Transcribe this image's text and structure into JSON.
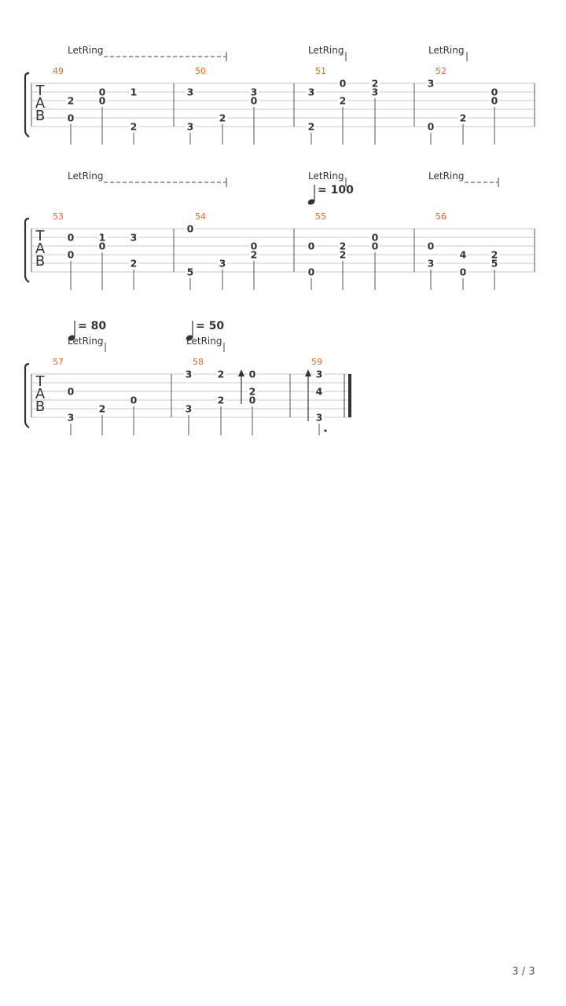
{
  "page": {
    "number_label": "3 / 3"
  },
  "tab_clef": [
    "T",
    "A",
    "B"
  ],
  "systems": [
    {
      "bars": [
        {
          "number": "49",
          "notes": [
            {
              "beat": 0,
              "string": 3,
              "fret": "2"
            },
            {
              "beat": 0,
              "string": 5,
              "fret": "0"
            },
            {
              "beat": 1,
              "string": 2,
              "fret": "0"
            },
            {
              "beat": 1,
              "string": 3,
              "fret": "0"
            },
            {
              "beat": 2,
              "string": 2,
              "fret": "1"
            },
            {
              "beat": 2,
              "string": 6,
              "fret": "2"
            }
          ]
        },
        {
          "number": "50",
          "notes": [
            {
              "beat": 0,
              "string": 2,
              "fret": "3"
            },
            {
              "beat": 0,
              "string": 6,
              "fret": "3"
            },
            {
              "beat": 1,
              "string": 5,
              "fret": "2"
            },
            {
              "beat": 2,
              "string": 2,
              "fret": "3"
            },
            {
              "beat": 2,
              "string": 3,
              "fret": "0"
            }
          ]
        },
        {
          "number": "51",
          "notes": [
            {
              "beat": 0,
              "string": 2,
              "fret": "3"
            },
            {
              "beat": 0,
              "string": 6,
              "fret": "2"
            },
            {
              "beat": 1,
              "string": 1,
              "fret": "0"
            },
            {
              "beat": 1,
              "string": 3,
              "fret": "2"
            },
            {
              "beat": 2,
              "string": 1,
              "fret": "2"
            },
            {
              "beat": 2,
              "string": 2,
              "fret": "3"
            }
          ]
        },
        {
          "number": "52",
          "notes": [
            {
              "beat": 0,
              "string": 1,
              "fret": "3"
            },
            {
              "beat": 0,
              "string": 6,
              "fret": "0"
            },
            {
              "beat": 1,
              "string": 5,
              "fret": "2"
            },
            {
              "beat": 2,
              "string": 2,
              "fret": "0"
            },
            {
              "beat": 2,
              "string": 3,
              "fret": "0"
            }
          ]
        }
      ],
      "letring": [
        {
          "label": "LetRing"
        },
        {
          "label": "LetRing"
        },
        {
          "label": "LetRing"
        }
      ],
      "tempos": []
    },
    {
      "bars": [
        {
          "number": "53",
          "notes": [
            {
              "beat": 0,
              "string": 2,
              "fret": "0"
            },
            {
              "beat": 0,
              "string": 4,
              "fret": "0"
            },
            {
              "beat": 1,
              "string": 2,
              "fret": "1"
            },
            {
              "beat": 1,
              "string": 3,
              "fret": "0"
            },
            {
              "beat": 2,
              "string": 2,
              "fret": "3"
            },
            {
              "beat": 2,
              "string": 5,
              "fret": "2"
            }
          ]
        },
        {
          "number": "54",
          "notes": [
            {
              "beat": 0,
              "string": 1,
              "fret": "0"
            },
            {
              "beat": 0,
              "string": 6,
              "fret": "5"
            },
            {
              "beat": 1,
              "string": 5,
              "fret": "3"
            },
            {
              "beat": 2,
              "string": 3,
              "fret": "0"
            },
            {
              "beat": 2,
              "string": 4,
              "fret": "2"
            }
          ]
        },
        {
          "number": "55",
          "notes": [
            {
              "beat": 0,
              "string": 3,
              "fret": "0"
            },
            {
              "beat": 0,
              "string": 6,
              "fret": "0"
            },
            {
              "beat": 1,
              "string": 3,
              "fret": "2"
            },
            {
              "beat": 1,
              "string": 4,
              "fret": "2"
            },
            {
              "beat": 2,
              "string": 2,
              "fret": "0"
            },
            {
              "beat": 2,
              "string": 3,
              "fret": "0"
            }
          ]
        },
        {
          "number": "56",
          "notes": [
            {
              "beat": 0,
              "string": 3,
              "fret": "0"
            },
            {
              "beat": 0,
              "string": 5,
              "fret": "3"
            },
            {
              "beat": 1,
              "string": 4,
              "fret": "4"
            },
            {
              "beat": 1,
              "string": 6,
              "fret": "0"
            },
            {
              "beat": 2,
              "string": 4,
              "fret": "2"
            },
            {
              "beat": 2,
              "string": 5,
              "fret": "5"
            }
          ]
        }
      ],
      "letring": [
        {
          "label": "LetRing"
        },
        {
          "label": "LetRing"
        },
        {
          "label": "LetRing"
        }
      ],
      "tempos": [
        {
          "value": "= 100"
        }
      ]
    },
    {
      "bars": [
        {
          "number": "57",
          "notes": [
            {
              "beat": 0,
              "string": 3,
              "fret": "0"
            },
            {
              "beat": 0,
              "string": 6,
              "fret": "3"
            },
            {
              "beat": 1,
              "string": 5,
              "fret": "2"
            },
            {
              "beat": 2,
              "string": 4,
              "fret": "0"
            }
          ]
        },
        {
          "number": "58",
          "notes": [
            {
              "beat": 0,
              "string": 1,
              "fret": "3"
            },
            {
              "beat": 0,
              "string": 5,
              "fret": "3"
            },
            {
              "beat": 1,
              "string": 1,
              "fret": "2"
            },
            {
              "beat": 1,
              "string": 4,
              "fret": "2"
            },
            {
              "beat": 2,
              "string": 1,
              "fret": "0"
            },
            {
              "beat": 2,
              "string": 3,
              "fret": "2"
            },
            {
              "beat": 2,
              "string": 4,
              "fret": "0"
            }
          ]
        },
        {
          "number": "59",
          "notes": [
            {
              "beat": 0,
              "string": 1,
              "fret": "3"
            },
            {
              "beat": 0,
              "string": 3,
              "fret": "4"
            },
            {
              "beat": 0,
              "string": 6,
              "fret": "3"
            }
          ]
        }
      ],
      "letring": [
        {
          "label": "LetRing"
        },
        {
          "label": "LetRing"
        }
      ],
      "tempos": [
        {
          "value": "= 80"
        },
        {
          "value": "= 50"
        }
      ]
    }
  ],
  "colors": {
    "ink": "#333333",
    "bar_number": "#e06a2c",
    "staff_line": "#c8c8c8",
    "page_bg": "#ffffff"
  }
}
